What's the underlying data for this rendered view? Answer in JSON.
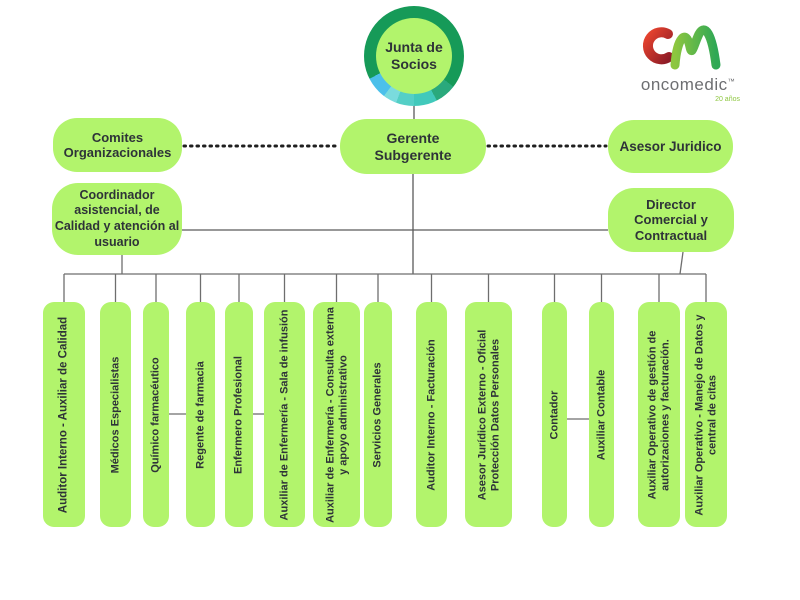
{
  "logo": {
    "brand": "oncomedic",
    "trademark": "™",
    "tagline": "20 años"
  },
  "orgchart": {
    "root": {
      "label": "Junta de Socios"
    },
    "management": [
      {
        "label": "Comites Organizacionales"
      },
      {
        "label": "Gerente Subgerente"
      },
      {
        "label": "Asesor Juridico"
      },
      {
        "label": "Coordinador asistencial, de Calidad y atención al usuario"
      },
      {
        "label": "Director Comercial y Contractual"
      }
    ],
    "staff": [
      {
        "label": "Auditor Interno - Auxiliar de Calidad"
      },
      {
        "label": "Médicos Especialistas"
      },
      {
        "label": "Químico farmacéutico"
      },
      {
        "label": "Regente de farmacia"
      },
      {
        "label": "Enfermero Profesional"
      },
      {
        "label": "Auxiliar de Enfermería - Sala de infusión"
      },
      {
        "label": "Auxiliar de Enfermería - Consulta externa y apoyo administrativo"
      },
      {
        "label": "Servicios Generales"
      },
      {
        "label": "Auditor Interno - Facturación"
      },
      {
        "label": "Asesor Jurídico Externo - Oficial Protección Datos Personales"
      },
      {
        "label": "Contador"
      },
      {
        "label": "Auxiliar Contable"
      },
      {
        "label": "Auxiliar Operativo de gestión de autorizaciones y facturación."
      },
      {
        "label": "Auxiliar Operativo - Manejo de Datos y central de citas"
      }
    ]
  },
  "colors": {
    "node_fill": "#b2f46c",
    "text_dark": "#2e3338",
    "connector": "#6e6e6e",
    "dotted": "#1f1f1f",
    "ring_green": "#169a58",
    "ring_sky": "#4cc0ea",
    "ring_aqua": "#7adbdd",
    "ring_teal": "#41c9bb",
    "ring_sea": "#2aa97c",
    "brand_gray": "#6d6e71",
    "brand_green": "#8dc63f"
  }
}
